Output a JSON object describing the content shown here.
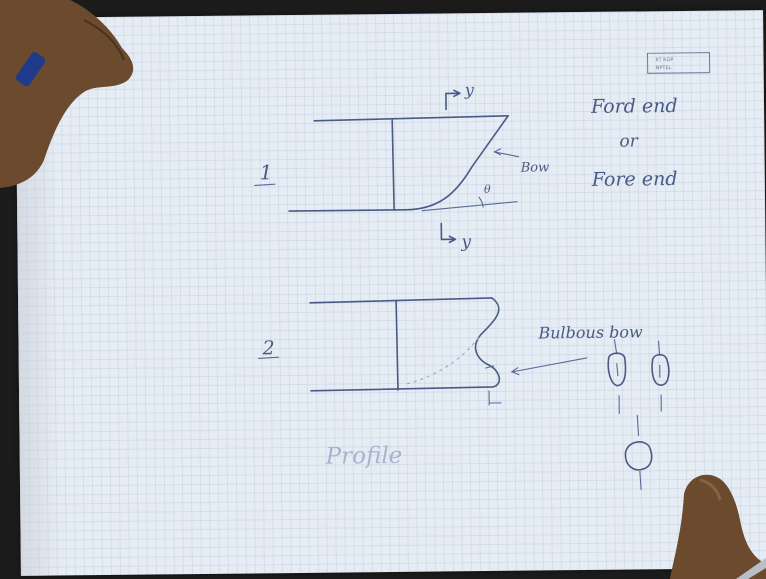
{
  "stamp": {
    "line1": "IIT KGP",
    "line2": "NPTEL"
  },
  "diagram1": {
    "number": "1",
    "section_marker": "y",
    "bow_label": "Bow",
    "angle_label": "θ"
  },
  "fore_end_note": {
    "line1": "Ford end",
    "line2": "or",
    "line3": "Fore end"
  },
  "diagram2": {
    "number": "2",
    "bulbous_label": "Bulbous bow"
  },
  "profile_label": "Profile",
  "colors": {
    "paper": "#e6ecf3",
    "ink": "#4a5a86",
    "skin": "#6b4a2e"
  }
}
